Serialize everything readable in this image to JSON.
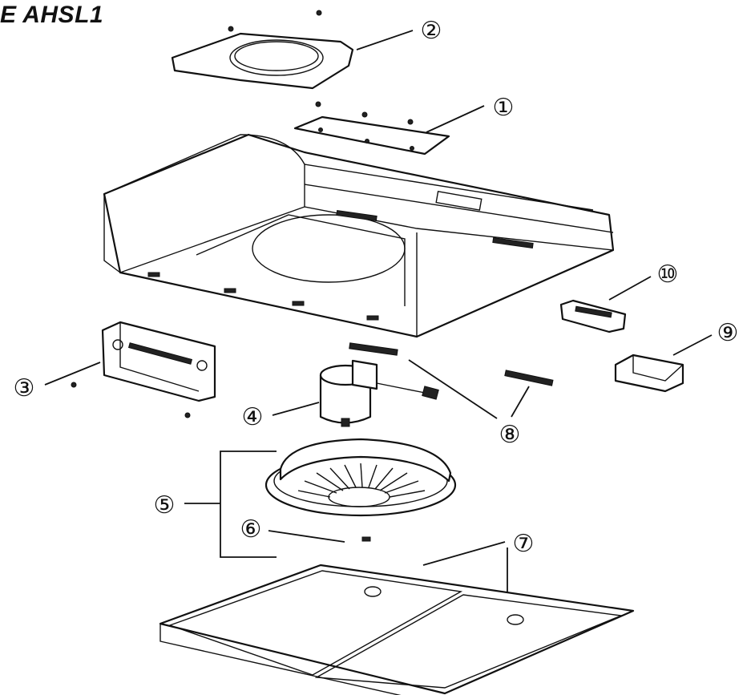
{
  "title": "E AHSL1",
  "callouts": [
    {
      "id": "c1",
      "label": "①"
    },
    {
      "id": "c2",
      "label": "②"
    },
    {
      "id": "c3",
      "label": "③"
    },
    {
      "id": "c4",
      "label": "④"
    },
    {
      "id": "c5",
      "label": "⑤"
    },
    {
      "id": "c6",
      "label": "⑥"
    },
    {
      "id": "c7",
      "label": "⑦"
    },
    {
      "id": "c8",
      "label": "⑧"
    },
    {
      "id": "c9",
      "label": "⑨"
    },
    {
      "id": "c10",
      "label": "⑩"
    }
  ]
}
